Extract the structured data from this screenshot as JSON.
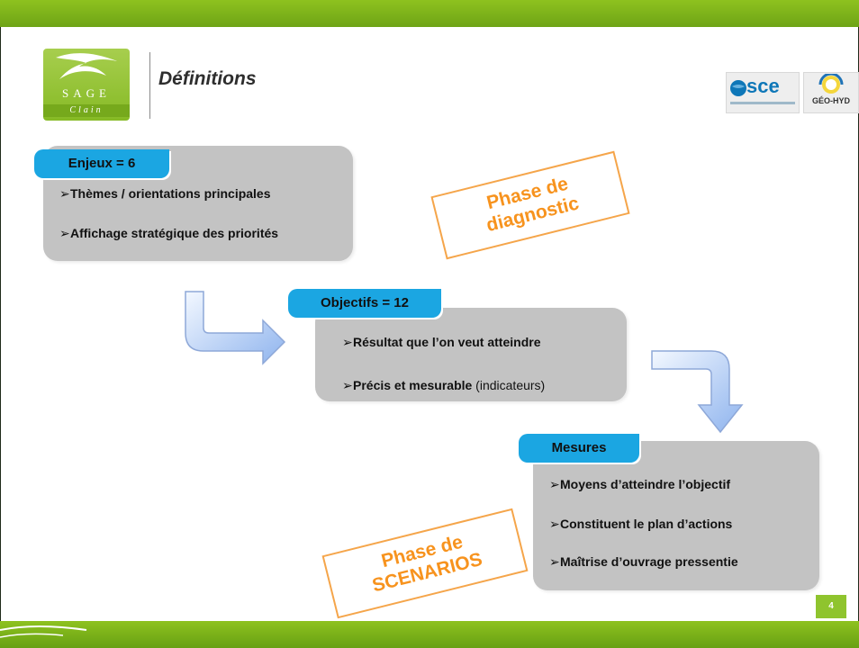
{
  "header": {
    "title": "Définitions"
  },
  "logos": {
    "sage": {
      "word": "SAGE",
      "sub": "Clain"
    },
    "sce": {
      "word": "sce"
    },
    "geohyd": {
      "word": "GÉO-HYD"
    }
  },
  "cards": [
    {
      "tag": "Enjeux = 6",
      "bullets": [
        {
          "arrow": "➢",
          "bold": "Thèmes / orientations principales",
          "normal": ""
        },
        {
          "arrow": "➢",
          "bold": "Affichage stratégique des priorités",
          "normal": ""
        }
      ]
    },
    {
      "tag": "Objectifs = 12",
      "bullets": [
        {
          "arrow": "➢",
          "bold": "Résultat que l’on veut atteindre",
          "normal": ""
        },
        {
          "arrow": "➢",
          "bold": "Précis et mesurable",
          "normal": " (indicateurs)"
        }
      ]
    },
    {
      "tag": "Mesures",
      "bullets": [
        {
          "arrow": "➢",
          "bold": "Moyens d’atteindre l’objectif",
          "normal": ""
        },
        {
          "arrow": "➢",
          "bold": "Constituent le plan d’actions",
          "normal": ""
        },
        {
          "arrow": "➢",
          "bold": "Maîtrise d’ouvrage pressentie",
          "normal": ""
        }
      ]
    }
  ],
  "stamps": {
    "diagnostic": {
      "line1": "Phase de",
      "line2": "diagnostic"
    },
    "scenarios": {
      "line1": "Phase de",
      "line2": "SCENARIOS"
    }
  },
  "footer": {
    "page_number": "4"
  },
  "colors": {
    "brand_green": "#8ec21f",
    "tag_blue": "#1ba6e2",
    "card_gray": "#c3c3c3",
    "stamp_orange": "#f7931e"
  }
}
